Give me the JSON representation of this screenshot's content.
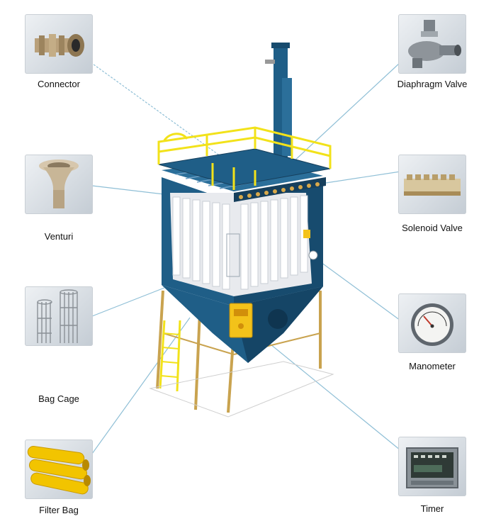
{
  "components": [
    {
      "id": "connector",
      "label": "Connector",
      "icon": "connector-icon"
    },
    {
      "id": "venturi",
      "label": "Venturi",
      "icon": "venturi-icon"
    },
    {
      "id": "bag-cage",
      "label": "Bag Cage",
      "icon": "bag-cage-icon"
    },
    {
      "id": "filter-bag",
      "label": "Filter Bag",
      "icon": "filter-bag-icon"
    },
    {
      "id": "diaphragm-valve",
      "label": "Diaphragm Valve",
      "icon": "diaphragm-valve-icon"
    },
    {
      "id": "solenoid-valve",
      "label": "Solenoid Valve",
      "icon": "solenoid-valve-icon"
    },
    {
      "id": "manometer",
      "label": "Manometer",
      "icon": "manometer-icon"
    },
    {
      "id": "timer",
      "label": "Timer",
      "icon": "timer-icon"
    }
  ],
  "colors": {
    "body": "#1f5e87",
    "body_dark": "#154566",
    "railing": "#f2e21a",
    "legs": "#c9a34f",
    "bags": "#f2f3f5",
    "leader": "#7fb3cf",
    "panel": "#f3c21a"
  }
}
